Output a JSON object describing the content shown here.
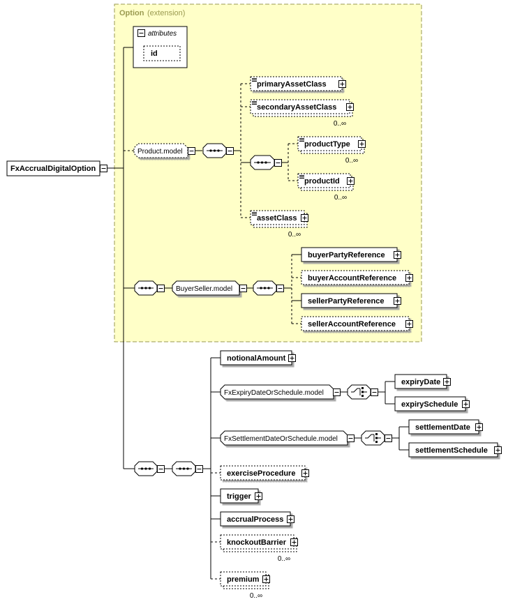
{
  "root": {
    "label": "FxAccrualDigitalOption"
  },
  "extension": {
    "title": "Option",
    "subtitle": "(extension)"
  },
  "attributes": {
    "title": "attributes",
    "items": [
      "id"
    ]
  },
  "groups": {
    "product_model": "Product.model",
    "buyer_seller_model": "BuyerSeller.model",
    "fx_expiry_model": "FxExpiryDateOrSchedule.model",
    "fx_settlement_model": "FxSettlementDateOrSchedule.model"
  },
  "elements": {
    "primary_asset_class": "primaryAssetClass",
    "secondary_asset_class": "secondaryAssetClass",
    "product_type": "productType",
    "product_id": "productId",
    "asset_class": "assetClass",
    "buyer_party_reference": "buyerPartyReference",
    "buyer_account_reference": "buyerAccountReference",
    "seller_party_reference": "sellerPartyReference",
    "seller_account_reference": "sellerAccountReference",
    "notional_amount": "notionalAmount",
    "expiry_date": "expiryDate",
    "expiry_schedule": "expirySchedule",
    "settlement_date": "settlementDate",
    "settlement_schedule": "settlementSchedule",
    "exercise_procedure": "exerciseProcedure",
    "trigger": "trigger",
    "accrual_process": "accrualProcess",
    "knockout_barrier": "knockoutBarrier",
    "premium": "premium"
  },
  "cardinality": {
    "secondary_asset_class": "0..∞",
    "product_type": "0..∞",
    "product_id": "0..∞",
    "asset_class": "0..∞",
    "knockout_barrier": "0..∞",
    "premium": "0..∞"
  },
  "colors": {
    "extension_fill": "#ffffc8",
    "extension_border": "#9a9a50",
    "extension_text": "#9a9a50",
    "box_border": "#000000",
    "line": "#000000"
  },
  "icons": {
    "expand": "plus-box-icon",
    "collapse": "minus-box-icon",
    "sequence": "sequence-compositor-icon",
    "choice": "choice-compositor-icon",
    "documentation": "documentation-lines-icon"
  }
}
